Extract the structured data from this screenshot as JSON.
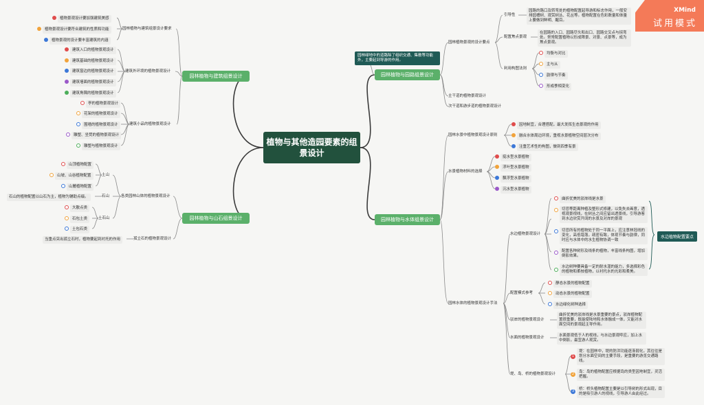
{
  "badge": {
    "brand": "XMind",
    "mode": "试用模式"
  },
  "root": {
    "title": "植物与其他造园要素的组景设计"
  },
  "branches": {
    "building": {
      "label": "园林植物与建筑组景设计"
    },
    "road": {
      "label": "园林植物与园路组景设计"
    },
    "rock": {
      "label": "园林植物与山石组景设计"
    },
    "water": {
      "label": "园林植物与水体组景设计"
    }
  },
  "building": {
    "g1": {
      "label": "园林植物与建筑组景设计要求",
      "items": [
        "植物景观设计要加强建筑美感",
        "植物景观设计要符合建筑的性质和功能",
        "植物景观的设计要丰富建筑的内涵"
      ]
    },
    "g2": {
      "label": "建筑外环境的植物景观设计",
      "items": [
        "建筑入口的植物景观设计",
        "建筑基础的植物景观设计",
        "建筑窗边的植物景观设计",
        "建筑墙面的植物景观设计",
        "建筑角隅的植物景观设计"
      ]
    },
    "g3": {
      "label": "建筑小品的植物景观设计",
      "items": [
        "亭的植物景观设计",
        "花架的植物景观设计",
        "围墙的植物景观设计",
        "雕塑、坐凳的植物景观设计",
        "雕塑与植物景观设计"
      ]
    }
  },
  "road": {
    "callout": "园林绿地中的道路除了组织交通、集散等功能外，主要起到导游的作用。",
    "main": {
      "label": "园林植物景观的设计要点",
      "guide": {
        "label": "引导性",
        "text": "园路的路口及转弯处的植物配置起导游和标志作用，一般安排园槽树、观赏树丛、花丛等。植物配置在色彩数量和体量上要做到鲜明、醒目。"
      },
      "focus": {
        "label": "配置焦点景观",
        "text": "在园路的入口、园路尽头和出口、园路交叉点与拐弯处。常常配置植物以形成障景、对景、点景等，成为焦点景观。"
      },
      "rule": {
        "label": "利用构图法则",
        "items": [
          "均衡与对比",
          "主与从",
          "韵律与节奏",
          "形成季相变化"
        ]
      }
    },
    "sub1": "主干道的植物景观设计",
    "sub2": "次干道和游步道的植物景观设计"
  },
  "rock": {
    "g1": {
      "label": "各类园林山体的植物景观设计",
      "earth": {
        "label": "土山",
        "items": [
          "山顶植物配置",
          "山坡、山谷植物配置",
          "山麓植物配置"
        ]
      },
      "stone": {
        "label": "石山",
        "text": "石山的植物配置以山石为主，植物为辅助点缀。"
      },
      "mixed": {
        "label": "土石山",
        "items": [
          "大散点类",
          "石包土类",
          "土包石类"
        ]
      }
    },
    "g2": {
      "label": "孤立石的植物景观设计",
      "text": "当重点突出孤立石时，植物要起到衬托的作用"
    }
  },
  "water": {
    "g1": {
      "label": "园林水景中植物景观设计原则",
      "items": [
        "因地制宜，合理搭配，最大发挥生态景观的作用",
        "融合水体周边环境，重视水景植物空间层次分布",
        "注重艺术性的构图，做到四季有景"
      ]
    },
    "g2": {
      "label": "水景植物材料的选择",
      "items": [
        "挺水型水景植物",
        "浮叶型水景植物",
        "飘浮型水景植物",
        "沉水型水景植物"
      ]
    },
    "g3": {
      "label": "园林水体的植物景观设计手法",
      "edge": {
        "label": "水边植物景观设计",
        "items": [
          "曲折优美的驳岸线是水景",
          "切忌等距离种植及整形式修建，以免失去画意，透视观景视线，在树丛之间应留出透景线，引导游客到水边欣赏开阔的水景及对岸的景观",
          "切忌所有的植物处于同一平面上，应注意林冠线的变化，高低错落，疏密有致，体现节奏与韵律，同时应与水体中的水生植物协调一致",
          "配置各种树形及线条的植物，丰富线条构图，增加倒影效果。",
          "水边树种要具备一定的耐水湿的能力，多选择彩色的植物和柔枝植物，以衬托水的光彩和柔美。"
        ]
      },
      "summary": "水边植物配置要点",
      "mode": {
        "label": "配置模式参考",
        "items": [
          "静态水景的植物配置",
          "动态水景的植物配置",
          "水边绿化树种选择"
        ]
      },
      "bank": {
        "label": "驳岸的植物景观设计",
        "text": "曲折优美的驳岸线是水景重要的景点，驳岸植物配置很重要，既能使陆地和水体融成一体，又能对水面空间的景观起主导作用。"
      },
      "surface": {
        "label": "水面的植物景观设计",
        "text": "水面景观低于人的视线，与水边景观呼应，加上水中倒影，最宜游人观赏。"
      },
      "bridge": {
        "label": "堤、岛、桥的植物景观设计",
        "items": [
          "堤：在园林中，堤的防洪功能逐渐弱化，其往往是划分水面空间的主要手段，是重要的游览交通路线。",
          "岛：岛的植物配置应根据岛的类型因地制宜，灵活把握。",
          "桥：桥头植物配置主要是以引导树的形式出现，目的是吸引游人的视线，引导游人由此经过。"
        ]
      }
    }
  }
}
